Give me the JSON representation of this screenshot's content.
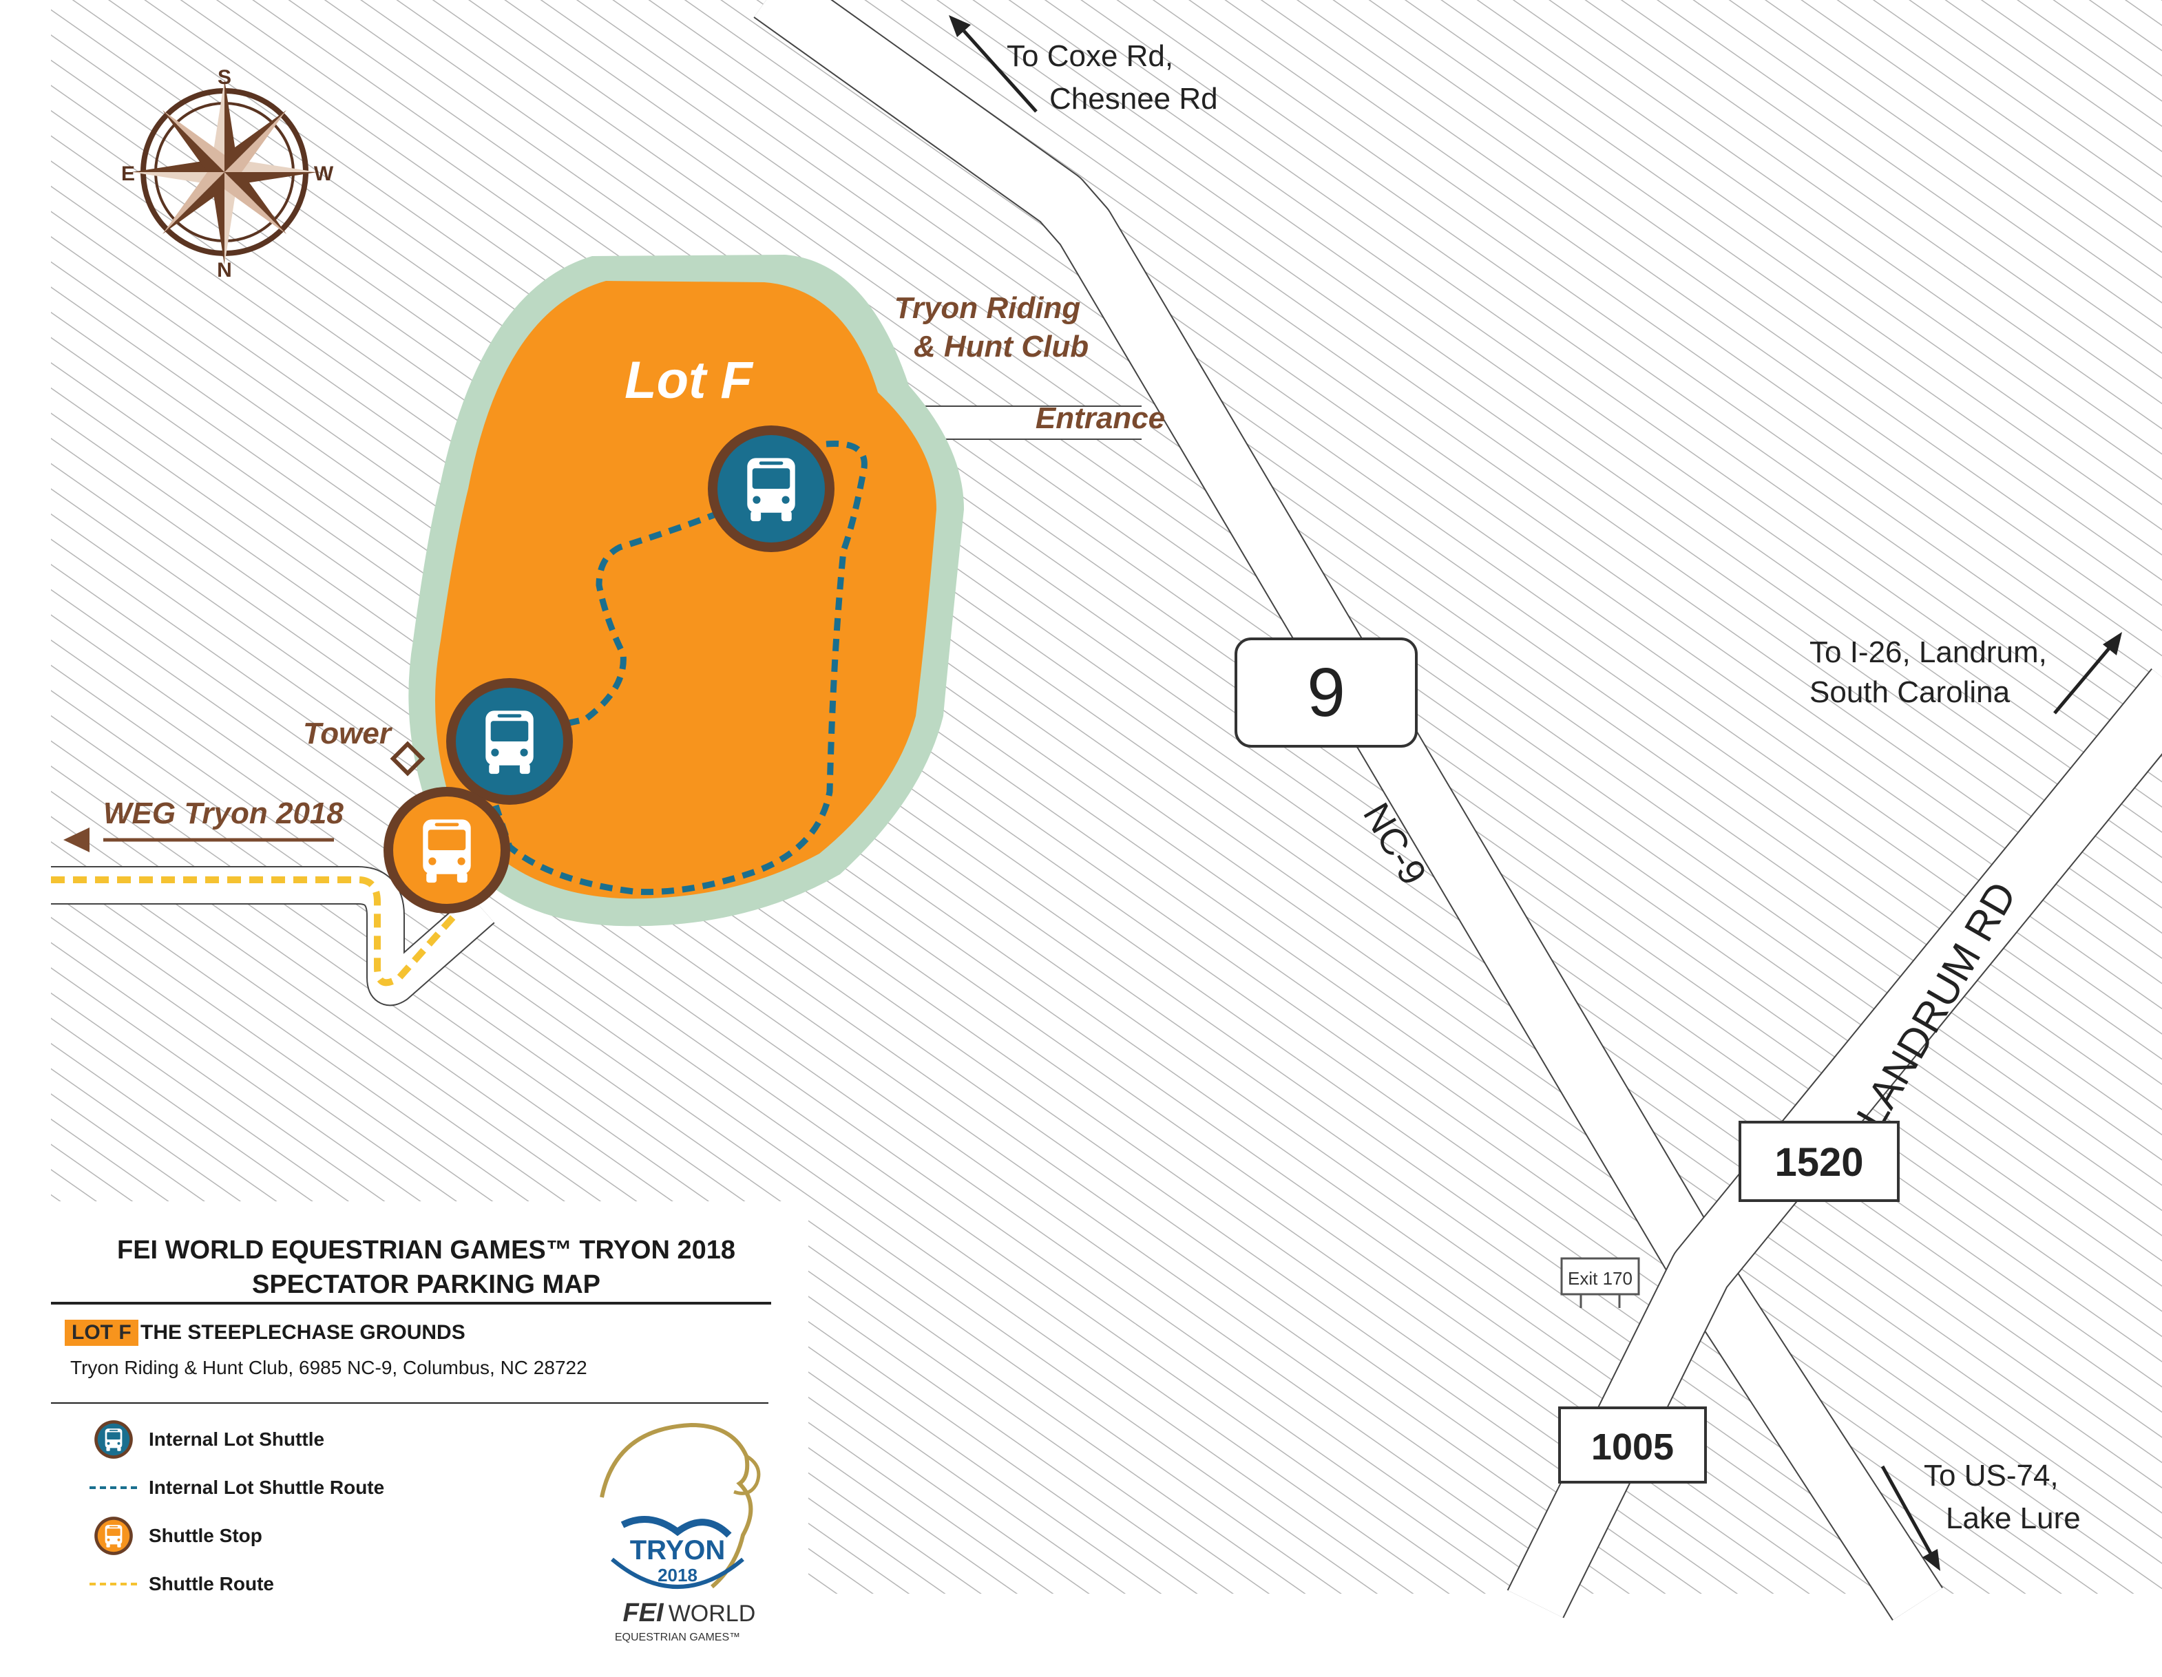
{
  "compass": {
    "north": "N",
    "south": "S",
    "east": "E",
    "west": "W"
  },
  "map": {
    "lot_label": "Lot F",
    "club_label_line1": "Tryon Riding",
    "club_label_line2": "& Hunt Club",
    "entrance_label": "Entrance",
    "tower_label": "Tower",
    "weg_label": "WEG Tryon 2018",
    "nc9_label": "NC-9",
    "landrum_label": "LANDRUM RD",
    "route_9": "9",
    "route_1520": "1520",
    "route_1005": "1005",
    "exit_label": "Exit 170",
    "dir_coxe_line1": "To Coxe Rd,",
    "dir_coxe_line2": "Chesnee Rd",
    "dir_i26_line1": "To I-26, Landrum,",
    "dir_i26_line2": "South Carolina",
    "dir_us74_line1": "To US-74,",
    "dir_us74_line2": "Lake Lure"
  },
  "legend": {
    "title_line1": "FEI WORLD EQUESTRIAN GAMES™  TRYON 2018",
    "title_line2": "SPECTATOR PARKING  MAP",
    "lot_tag": "LOT F",
    "lot_name": "THE STEEPLECHASE GROUNDS",
    "address": "Tryon Riding & Hunt Club, 6985 NC-9, Columbus, NC 28722",
    "items": [
      {
        "label": "Internal Lot Shuttle",
        "icon": "bus-icon"
      },
      {
        "label": "Internal Lot Shuttle Route",
        "icon": "dashed-line-blue"
      },
      {
        "label": "Shuttle Stop",
        "icon": "bus-icon"
      },
      {
        "label": "Shuttle Route",
        "icon": "dashed-line-yellow"
      }
    ]
  },
  "logo": {
    "tryon": "TRYON",
    "year": "2018",
    "fei": "FEI",
    "world": "WORLD",
    "games": "EQUESTRIAN GAMES™"
  },
  "colors": {
    "lot_fill": "#f7941d",
    "lot_border": "#bcd9c3",
    "shuttle_blue": "#1a6f8f",
    "shuttle_orange": "#f7941d",
    "stop_ring": "#6b3f26",
    "label_brown": "#7a4a2e",
    "shuttle_route_yellow": "#f5c231",
    "hatch": "#b5b5b5"
  }
}
